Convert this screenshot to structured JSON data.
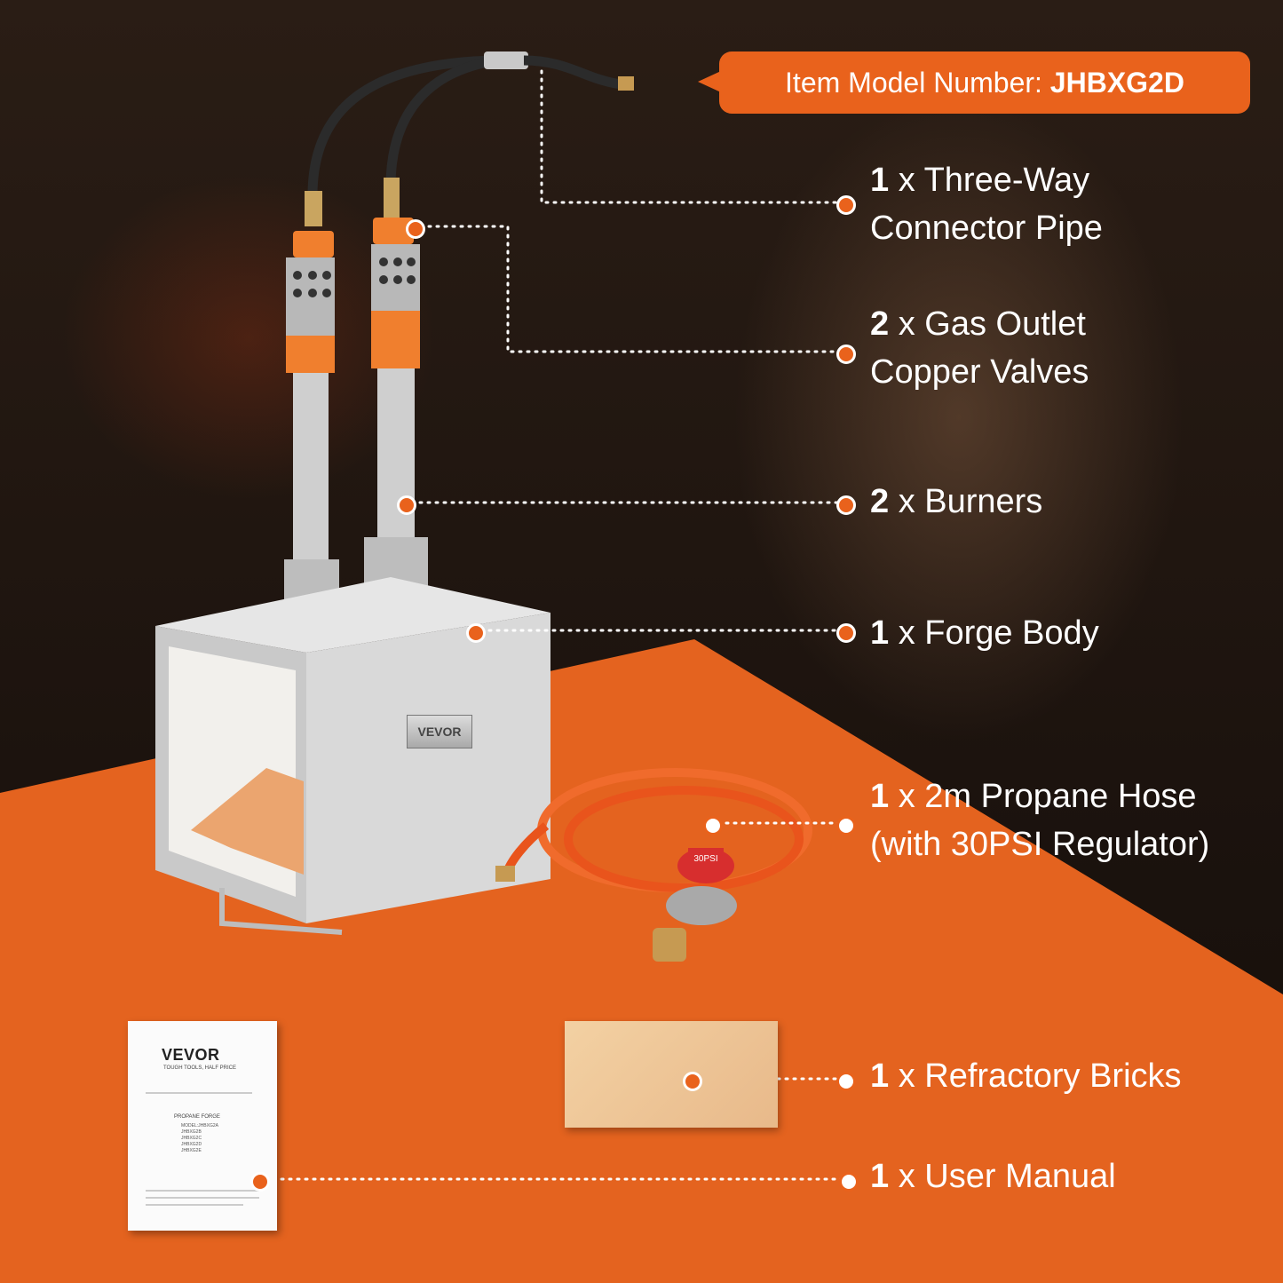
{
  "callout": {
    "prefix": "Item Model Number: ",
    "model": "JHBXG2D"
  },
  "items": [
    {
      "qty": "1",
      "line1": " x Three-Way",
      "line2": "Connector Pipe"
    },
    {
      "qty": "2",
      "line1": " x Gas Outlet",
      "line2": "Copper Valves"
    },
    {
      "qty": "2",
      "line1": " x Burners",
      "line2": ""
    },
    {
      "qty": "1",
      "line1": " x Forge Body",
      "line2": ""
    },
    {
      "qty": "1",
      "line1": " x 2m Propane Hose",
      "line2": "(with 30PSI Regulator)"
    },
    {
      "qty": "1",
      "line1": " x Refractory Bricks",
      "line2": ""
    },
    {
      "qty": "1",
      "line1": " x User Manual",
      "line2": ""
    }
  ],
  "product": {
    "forge_badge": "VEVOR",
    "regulator_label": "30PSI",
    "manual_brand": "VEVOR",
    "manual_tagline": "TOUGH TOOLS, HALF PRICE",
    "manual_title": "PROPANE FORGE",
    "manual_models": [
      "MODEL:JHBXG2A",
      "JHBXG2B",
      "JHBXG2C",
      "JHBXG2D",
      "JHBXG2E"
    ]
  },
  "colors": {
    "accent": "#e9621c",
    "background_dark": "#1e1510",
    "background_orange": "#e4631f",
    "text": "#ffffff"
  }
}
